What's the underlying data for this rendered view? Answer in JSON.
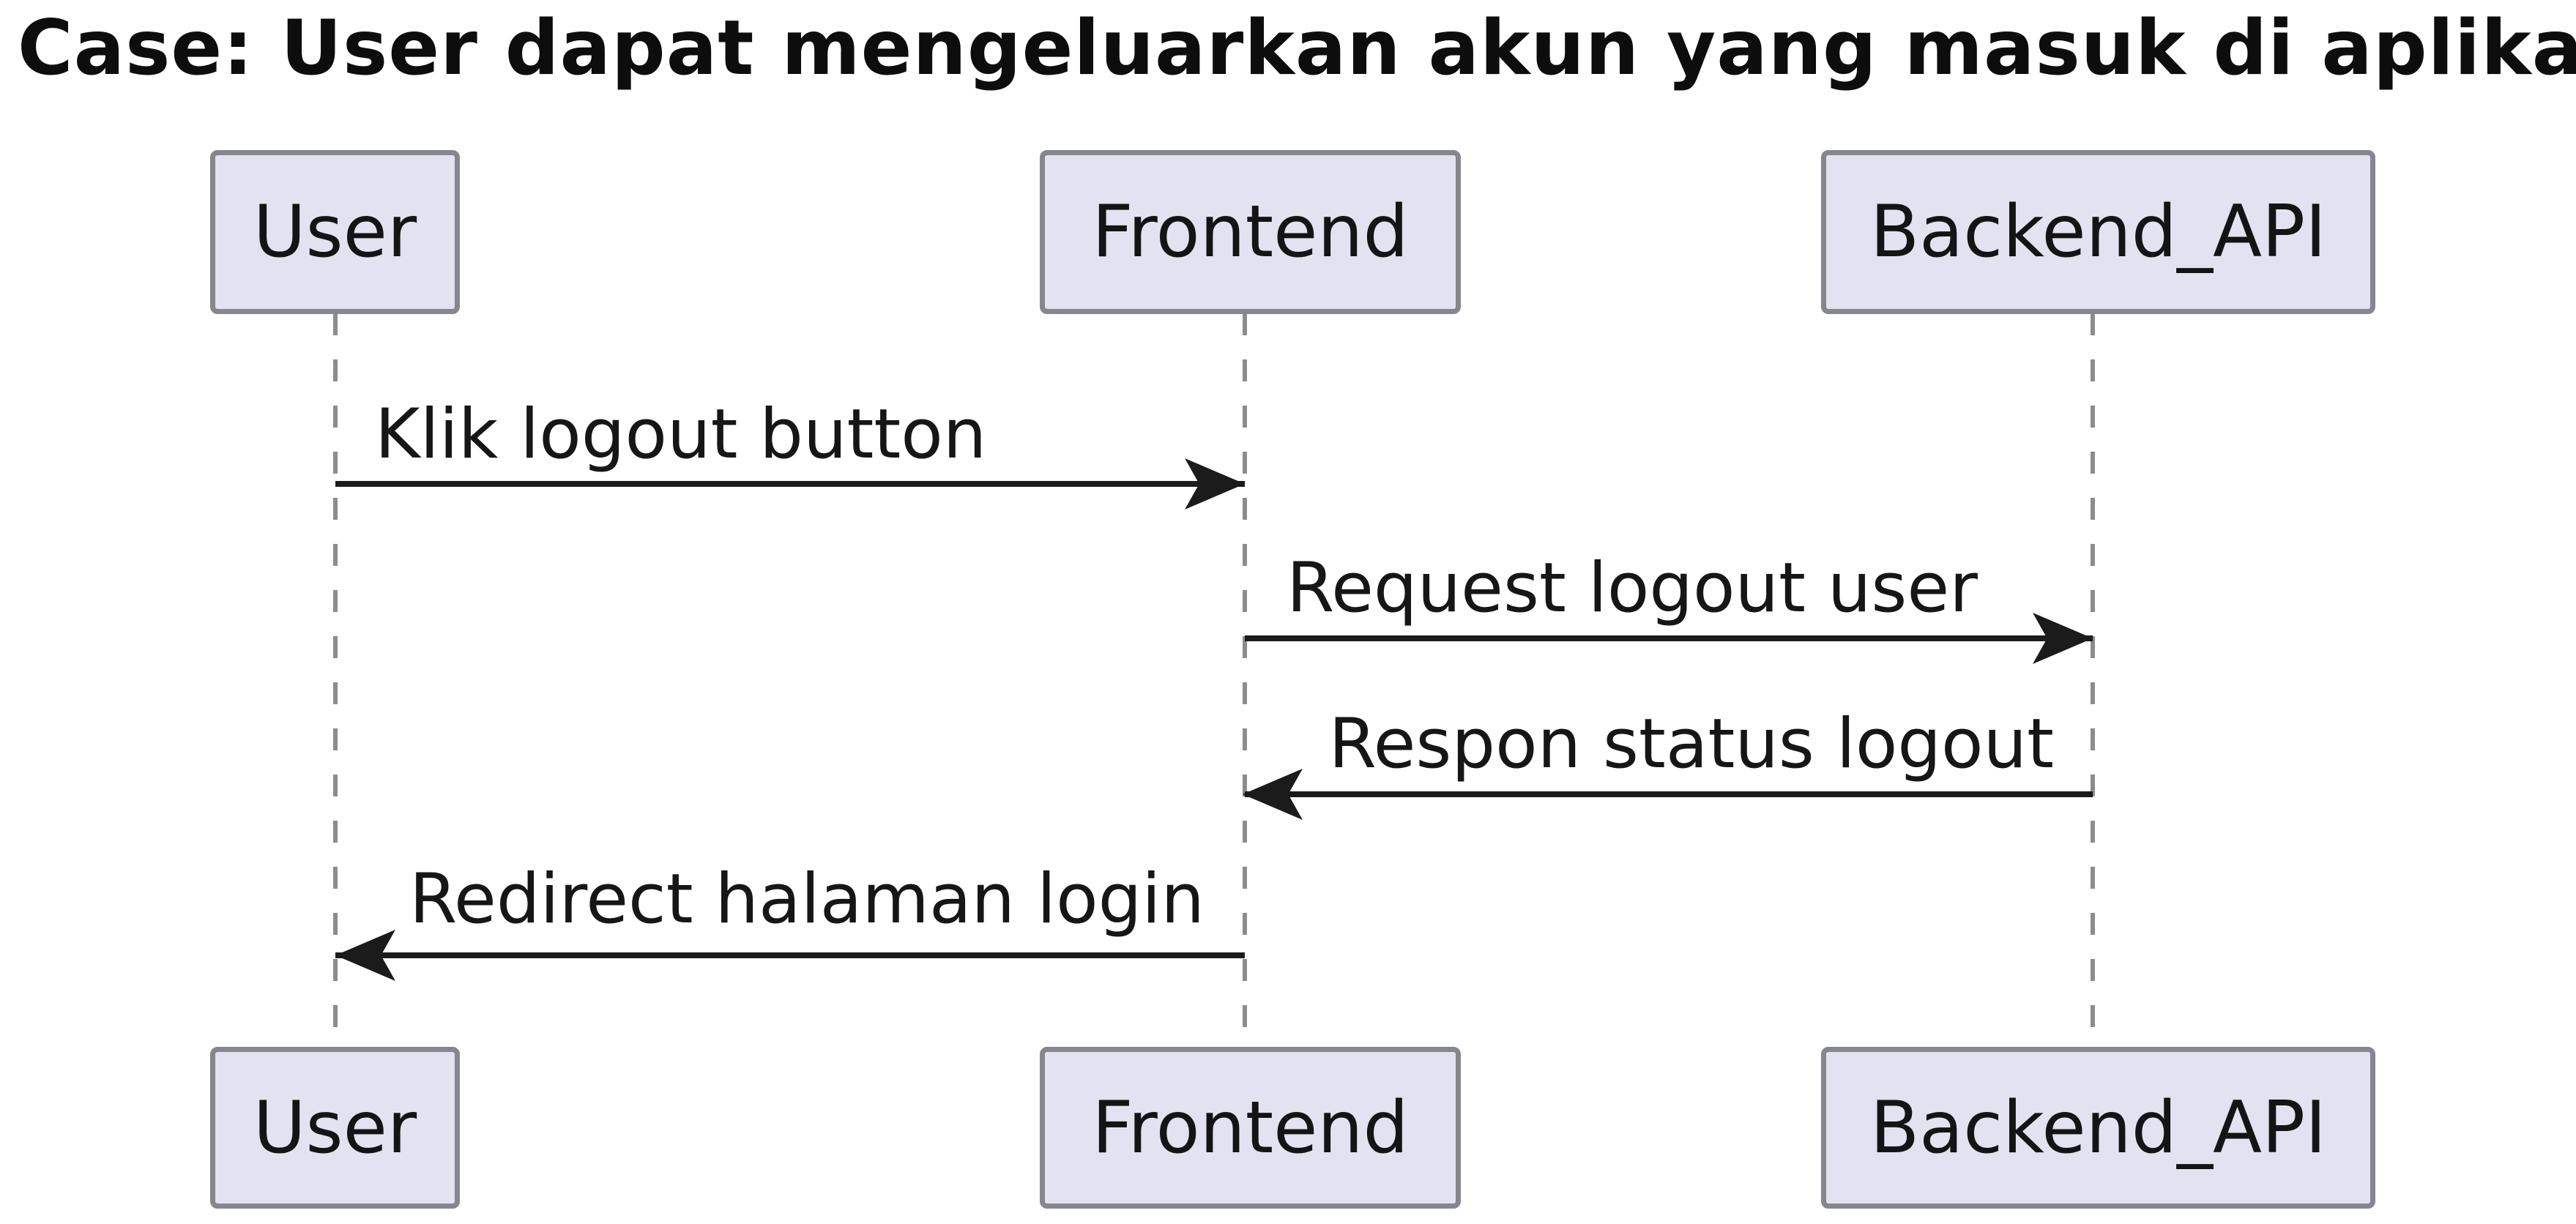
{
  "diagram": {
    "type": "sequence",
    "title": "Case: User dapat mengeluarkan akun yang masuk di aplikasi",
    "participants": [
      {
        "id": "user",
        "label": "User"
      },
      {
        "id": "frontend",
        "label": "Frontend"
      },
      {
        "id": "backend_api",
        "label": "Backend_API"
      }
    ],
    "messages": [
      {
        "from": "user",
        "to": "frontend",
        "label": "Klik logout button",
        "direction": "right"
      },
      {
        "from": "frontend",
        "to": "backend_api",
        "label": "Request logout user",
        "direction": "right"
      },
      {
        "from": "backend_api",
        "to": "frontend",
        "label": "Respon status logout",
        "direction": "left"
      },
      {
        "from": "frontend",
        "to": "user",
        "label": "Redirect halaman login",
        "direction": "left"
      }
    ],
    "colors": {
      "participant_fill": "#E2E2F0",
      "participant_border": "#86868E",
      "lifeline": "#8C8C8C",
      "arrow": "#1B1B1B",
      "text": "#141414",
      "background": "#FFFFFF"
    }
  }
}
